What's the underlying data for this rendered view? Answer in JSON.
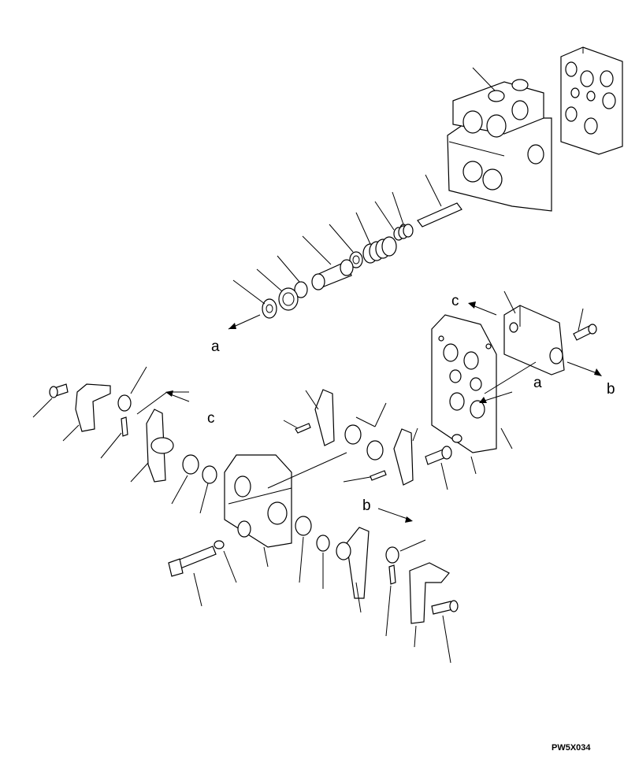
{
  "labels": {
    "a_top": "a",
    "c_top": "c",
    "b_right": "b",
    "a_right": "a",
    "c_left": "c",
    "b_bottom": "b"
  },
  "doc_code": "PW5X034"
}
